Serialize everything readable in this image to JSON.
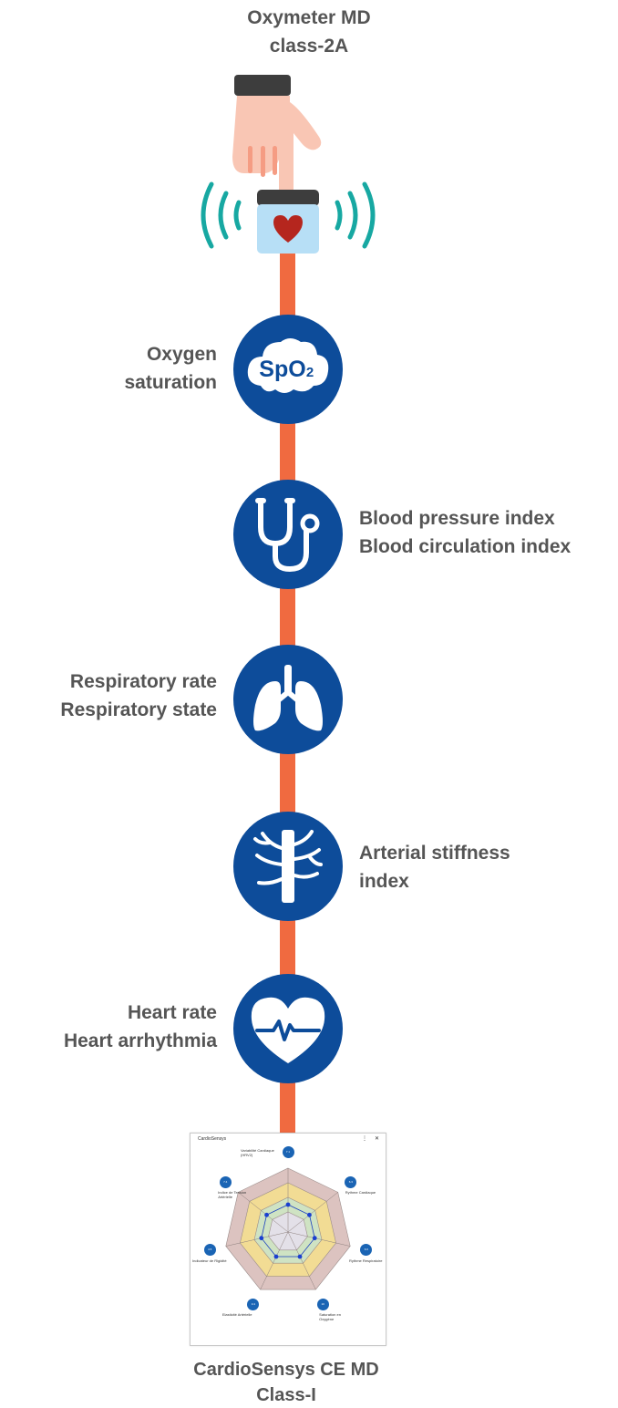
{
  "header": {
    "title_lines": [
      "Oxymeter MD",
      "class-2A"
    ]
  },
  "footer": {
    "title_lines": [
      "CardioSensys CE MD",
      "Class-I"
    ]
  },
  "nodes": [
    {
      "icon": "spo2-cloud-icon",
      "icon_text": "SpO",
      "icon_sub": "2",
      "label_lines": [
        "Oxygen",
        "saturation"
      ],
      "side": "left"
    },
    {
      "icon": "stethoscope-icon",
      "label_lines": [
        "Blood pressure index",
        "Blood circulation index"
      ],
      "side": "right"
    },
    {
      "icon": "lungs-icon",
      "label_lines": [
        "Respiratory rate",
        "Respiratory state"
      ],
      "side": "left"
    },
    {
      "icon": "artery-icon",
      "label_lines": [
        "Arterial stiffness",
        "index"
      ],
      "side": "right"
    },
    {
      "icon": "heart-pulse-icon",
      "label_lines": [
        "Heart rate",
        "Heart arrhythmia"
      ],
      "side": "left"
    }
  ],
  "app_window": {
    "title": "CardioSensys",
    "controls": [
      "⋮",
      "✕"
    ],
    "radar_axes": [
      {
        "label": "Variabilité Cardiaque (HRV2)",
        "badge": "7.1"
      },
      {
        "label": "Rythme Cardiaque",
        "badge": "6.3"
      },
      {
        "label": "Rythme Respiratoire",
        "badge": "6.6"
      },
      {
        "label": "Saturation en Oxygène",
        "badge": "10"
      },
      {
        "label": "Elasticité Artérielle",
        "badge": "3.4"
      },
      {
        "label": "Indicateur de Rigidité",
        "badge": "4.5"
      },
      {
        "label": "Indice de Tension Artérielle",
        "badge": "7.4"
      }
    ]
  },
  "colors": {
    "navy": "#0d4c9a",
    "spine": "#f06a40",
    "text": "#555555",
    "signal": "#17a8a2",
    "skin": "#f9c6b4",
    "device_screen": "#b7dff6",
    "heart": "#b5261e"
  }
}
